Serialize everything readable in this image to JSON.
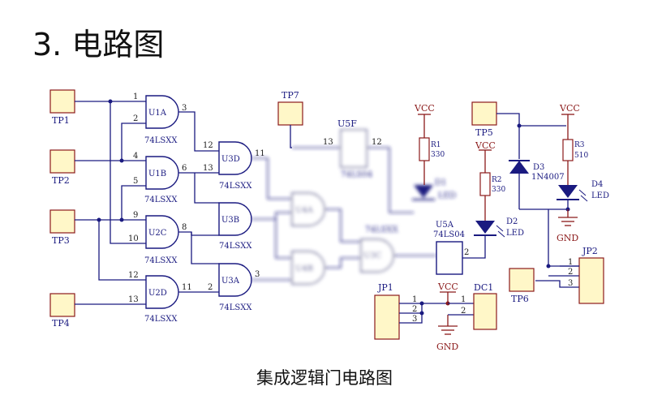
{
  "heading": "3. 电路图",
  "caption": "集成逻辑门电路图",
  "colors": {
    "wire": "#1a1a80",
    "power": "#8b1a1a",
    "pad": "#fff7c8"
  },
  "labels": {
    "tp1": "TP1",
    "tp2": "TP2",
    "tp3": "TP3",
    "tp4": "TP4",
    "tp5": "TP5",
    "tp6": "TP6",
    "tp7": "TP7",
    "u1a": "U1A",
    "u1b": "U1B",
    "u2c": "U2C",
    "u2d": "U2D",
    "u3d": "U3D",
    "u3b": "U3B",
    "u3a": "U3A",
    "u3c": "U3C",
    "u4a": "U4A",
    "u4b": "U4B",
    "u4c": "U4C",
    "u5f": "U5F",
    "u5a": "U5A",
    "part_74lsxx": "74LSXX",
    "part_74ls04": "74LS04",
    "jp1": "JP1",
    "jp2": "JP2",
    "dc1": "DC1",
    "vcc": "VCC",
    "gnd": "GND",
    "r1": "R1",
    "r1v": "330",
    "r2": "R2",
    "r2v": "330",
    "r3": "R3",
    "r3v": "510",
    "d1": "D1",
    "d2": "D2",
    "d3": "D3",
    "d3v": "1N4007",
    "d4": "D4",
    "led": "LED",
    "p1": "1",
    "p2": "2",
    "p3": "3",
    "p4": "4",
    "p5": "5",
    "p6": "6",
    "p8": "8",
    "p9": "9",
    "p10": "10",
    "p11": "11",
    "p12": "12",
    "p13": "13"
  }
}
